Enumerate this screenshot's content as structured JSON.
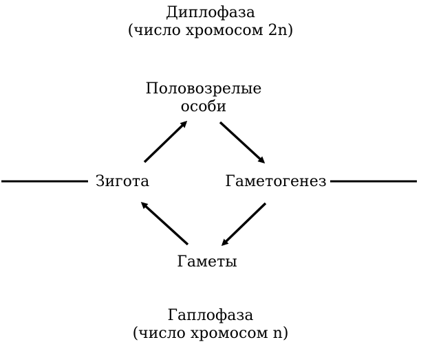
{
  "diploid": {
    "title": "Диплофаза",
    "subtitle": "(число хромосом 2n)"
  },
  "haploid": {
    "title": "Гаплофаза",
    "subtitle": "(число хромосом n)"
  },
  "cycle": {
    "adults": {
      "line1": "Половозрелые",
      "line2": "особи"
    },
    "zygote": "Зигота",
    "gametogenesis": "Гаметогенез",
    "gametes": "Гаметы"
  },
  "colors": {
    "ink": "#000000",
    "background": "#ffffff"
  }
}
